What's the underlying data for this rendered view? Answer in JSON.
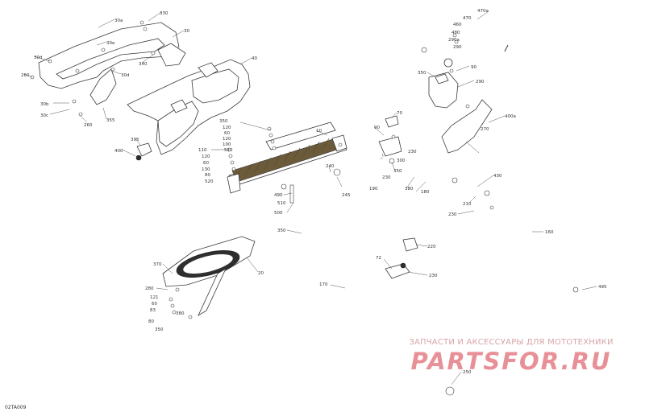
{
  "figure_code": "02TA009",
  "watermark": {
    "tagline": "ЗАПЧАСТИ И АКСЕССУАРЫ ДЛЯ МОТОТЕХНИКИ",
    "brand": "PARTSFOR.RU"
  },
  "callouts": [
    "330",
    "30a",
    "30",
    "30e",
    "340",
    "30d",
    "260",
    "30b",
    "30c",
    "260",
    "355",
    "40",
    "350",
    "120",
    "60",
    "120",
    "100",
    "510",
    "10",
    "110",
    "120",
    "60",
    "130",
    "80",
    "520",
    "395",
    "400",
    "240",
    "245",
    "490",
    "510",
    "500",
    "350",
    "170",
    "20",
    "370",
    "280",
    "121",
    "60",
    "83",
    "380",
    "80",
    "350",
    "470a",
    "470",
    "460",
    "480",
    "290a",
    "290",
    "90",
    "350",
    "290",
    "70",
    "270",
    "400a",
    "90",
    "300",
    "230",
    "350",
    "190",
    "230",
    "180",
    "380",
    "430",
    "210",
    "230",
    "160",
    "220",
    "72",
    "230",
    "495",
    "250"
  ]
}
